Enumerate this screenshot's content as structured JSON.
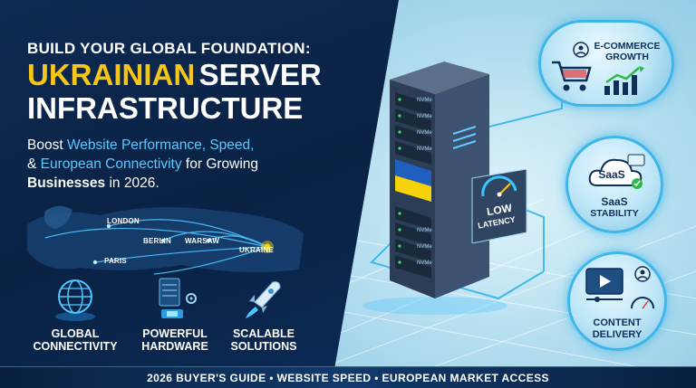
{
  "headline": {
    "kicker": "BUILD YOUR GLOBAL FOUNDATION:",
    "title_yellow": "UKRAINIAN",
    "title_white": "SERVER",
    "title_line2": "INFRASTRUCTURE"
  },
  "subtitle": {
    "part1": "Boost ",
    "hl1": "Website Performance, Speed,",
    "part2": "& ",
    "hl2": "European Connectivity",
    "part3": " for Growing",
    "bold": "Businesses",
    "part4": " in 2026."
  },
  "map": {
    "cities": [
      "LONDON",
      "BERLIN",
      "WARSAW",
      "PARIS",
      "UKRAINE"
    ]
  },
  "features": [
    {
      "icon": "globe-icon",
      "line1": "GLOBAL",
      "line2": "CONNECTIVITY"
    },
    {
      "icon": "server-chip-icon",
      "line1": "POWERFUL",
      "line2": "HARDWARE"
    },
    {
      "icon": "rocket-icon",
      "line1": "SCALABLE",
      "line2": "SOLUTIONS"
    }
  ],
  "server": {
    "drive_label": "NVMe",
    "latency_line1": "LOW",
    "latency_line2": "LATENCY"
  },
  "badges": [
    {
      "icon": "shopping-cart-icon",
      "line1": "E-COMMERCE",
      "line2": "GROWTH"
    },
    {
      "icon": "cloud-saas-icon",
      "cloud_text": "SaaS",
      "line1": "SaaS",
      "line2": "STABILITY"
    },
    {
      "icon": "video-player-icon",
      "line1": "CONTENT",
      "line2": "DELIVERY"
    }
  ],
  "banner": {
    "text": "2026 BUYER'S GUIDE  •  WEBSITE SPEED  •  EUROPEAN MARKET ACCESS"
  },
  "colors": {
    "navy": "#0b2546",
    "yellow": "#f5c518",
    "accent_blue": "#5cc8ff",
    "ua_blue": "#1f5fbf",
    "ua_yellow": "#f5d20a"
  }
}
